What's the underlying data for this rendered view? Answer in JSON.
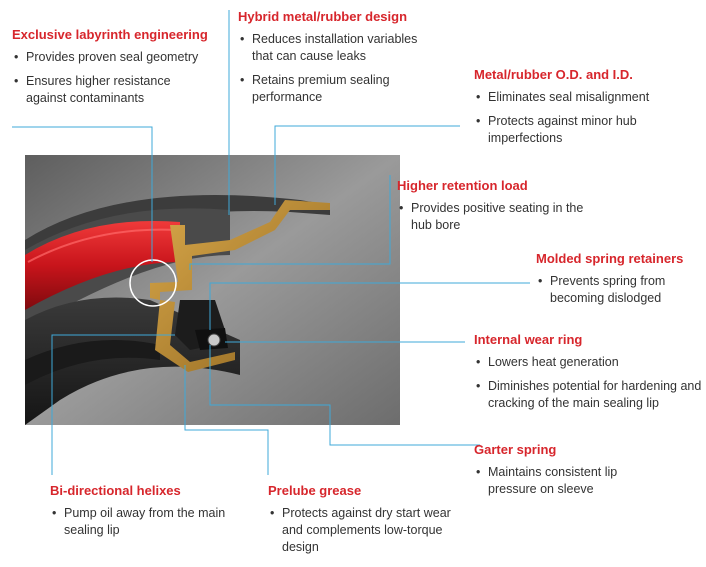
{
  "colors": {
    "heading": "#d7262c",
    "leader_line": "#3fa9d8",
    "metal_case": "#b98a2e",
    "rubber": "#2a2a2a",
    "red_sleeve": "#d71920",
    "background_panel": "#7a7a7a"
  },
  "callouts": [
    {
      "id": "labyrinth",
      "title": "Exclusive labyrinth engineering",
      "bullets": [
        "Provides proven seal geometry",
        "Ensures higher resistance against contaminants"
      ]
    },
    {
      "id": "hybrid",
      "title": "Hybrid metal/rubber design",
      "bullets": [
        "Reduces installation variables that can cause leaks",
        "Retains premium sealing performance"
      ]
    },
    {
      "id": "od_id",
      "title": "Metal/rubber O.D. and I.D.",
      "bullets": [
        "Eliminates seal misalignment",
        "Protects against minor hub imperfections"
      ]
    },
    {
      "id": "retention",
      "title": "Higher retention load",
      "bullets": [
        "Provides positive seating in the hub bore"
      ]
    },
    {
      "id": "spring_retainers",
      "title": "Molded spring retainers",
      "bullets": [
        "Prevents spring from becoming dislodged"
      ]
    },
    {
      "id": "wear_ring",
      "title": "Internal wear ring",
      "bullets": [
        "Lowers heat generation",
        "Diminishes potential for hardening and cracking of the main sealing lip"
      ]
    },
    {
      "id": "garter",
      "title": "Garter spring",
      "bullets": [
        "Maintains consistent lip pressure on sleeve"
      ]
    },
    {
      "id": "helixes",
      "title": "Bi-directional helixes",
      "bullets": [
        "Pump oil away from the main sealing lip"
      ]
    },
    {
      "id": "grease",
      "title": "Prelube grease",
      "bullets": [
        "Protects against dry start wear and complements low-torque design"
      ]
    }
  ]
}
